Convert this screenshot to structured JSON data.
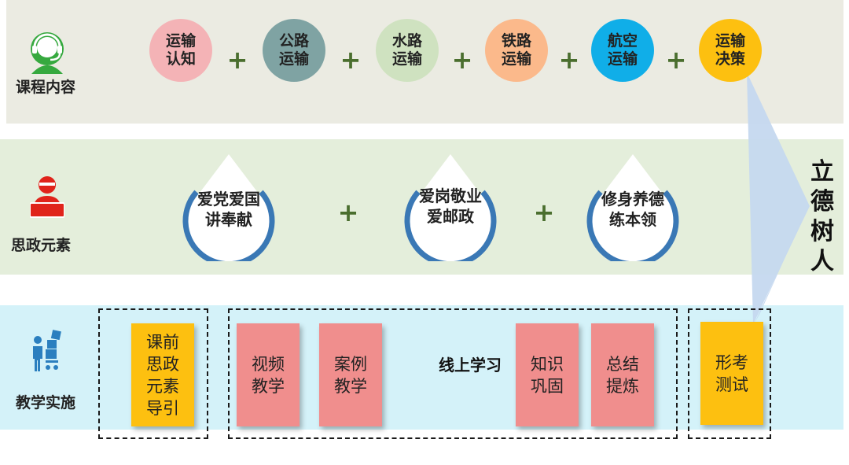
{
  "rows": {
    "course": {
      "label": "课程内容",
      "icon": "headset-person-icon"
    },
    "ideology": {
      "label": "思政元素",
      "icon": "person-at-laptop-icon"
    },
    "teaching": {
      "label": "教学实施",
      "icon": "person-carrying-boxes-icon"
    }
  },
  "course_topics": [
    {
      "label": "运输\n认知",
      "color": "#f4b3b6"
    },
    {
      "label": "公路\n运输",
      "color": "#7fa3a3"
    },
    {
      "label": "水路\n运输",
      "color": "#cfe2c0"
    },
    {
      "label": "铁路\n运输",
      "color": "#fbb98b"
    },
    {
      "label": "航空\n运输",
      "color": "#10aee8"
    },
    {
      "label": "运输\n决策",
      "color": "#fdc010"
    }
  ],
  "plus_sign": "+",
  "ideology_elements": [
    {
      "label": "爱党爱国\n讲奉献"
    },
    {
      "label": "爱岗敬业\n爱邮政"
    },
    {
      "label": "修身养德\n练本领"
    }
  ],
  "teaching": {
    "guide": "课前\n思政\n元素\n导引",
    "online_title": "线上学习",
    "online_steps": [
      "视频\n教学",
      "案例\n教学",
      "知识\n巩固",
      "总结\n提炼"
    ],
    "assessment": "形考\n测试"
  },
  "goal": "立\n德\n树\n人",
  "colors": {
    "course_band": "#ebebe2",
    "ideology_band": "#e4eedb",
    "teaching_band": "#d4f2f9",
    "plus": "#4a6e2e",
    "ring": "#3a78b5",
    "card_yellow": "#fdc010",
    "card_red": "#f08e8d",
    "arrow": "#c5d8ef"
  }
}
